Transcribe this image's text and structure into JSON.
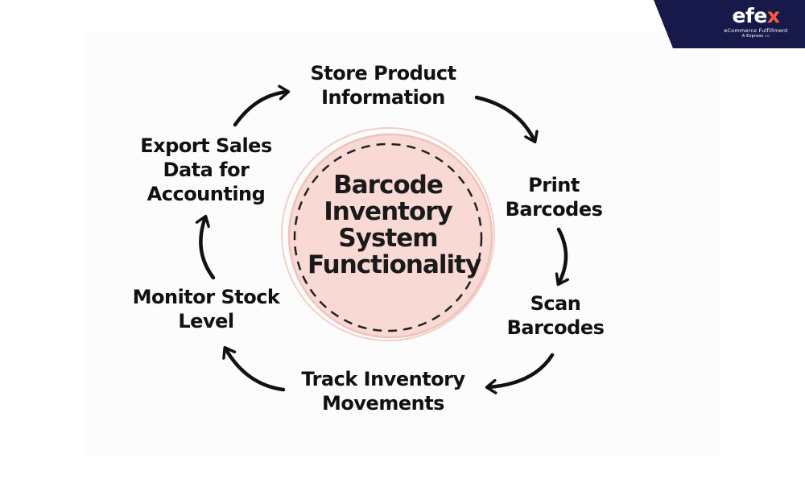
{
  "logo": {
    "word_prefix": "efe",
    "word_accent": "x",
    "subtitle": "eCommerce Fulfillment",
    "tagline_prefix": "A Ezpress ",
    "tagline_accent": "co",
    "colors": {
      "badge": "#17194a",
      "accent": "#ff5a3c"
    }
  },
  "diagram": {
    "center_lines": [
      "Barcode",
      "Inventory",
      "System",
      "Functionality"
    ],
    "steps": [
      {
        "lines": [
          "Store Product",
          "Information"
        ]
      },
      {
        "lines": [
          "Print",
          "Barcodes"
        ]
      },
      {
        "lines": [
          "Scan",
          "Barcodes"
        ]
      },
      {
        "lines": [
          "Track Inventory",
          "Movements"
        ]
      },
      {
        "lines": [
          "Monitor Stock",
          "Level"
        ]
      },
      {
        "lines": [
          "Export Sales",
          "Data for",
          "Accounting"
        ]
      }
    ],
    "colors": {
      "center_fill": "#f8d9d3",
      "ring": "#f2c8c1",
      "text": "#111111"
    }
  }
}
